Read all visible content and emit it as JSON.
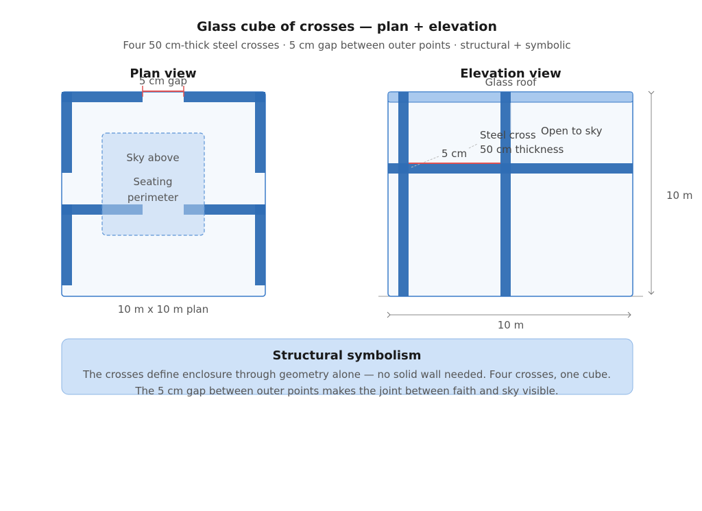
{
  "header": {
    "title": "Glass cube of crosses — plan + elevation",
    "subtitle": "Four 50 cm-thick steel crosses · 5 cm gap between outer points · structural + symbolic"
  },
  "plan": {
    "heading": "Plan view",
    "gap_label": "5 cm gap",
    "sky_label": "Sky above",
    "seating_line1": "Seating",
    "seating_line2": "perimeter",
    "footer": "10 m x 10 m plan"
  },
  "elevation": {
    "heading": "Elevation view",
    "roof_label": "Glass roof",
    "cross_line1": "Steel cross",
    "cross_line2": "50 cm thickness",
    "sky_label": "Open to sky",
    "gap_label": "5 cm",
    "height_label": "10 m",
    "width_label": "10 m"
  },
  "symbolism": {
    "title": "Structural symbolism",
    "line1": "The crosses define enclosure through geometry alone — no solid wall needed. Four crosses, one cube.",
    "line2": "The 5 cm gap between outer points makes the joint between faith and sky visible."
  },
  "colors": {
    "steel": "#2e6db4",
    "glass_fill": "#f5f9fd",
    "frame": "#3a7bc8",
    "gap_red": "#e05252",
    "seating_fill": "#d6e6f7",
    "roof_fill": "#a9c9ee",
    "box_fill": "#cfe2f8"
  }
}
